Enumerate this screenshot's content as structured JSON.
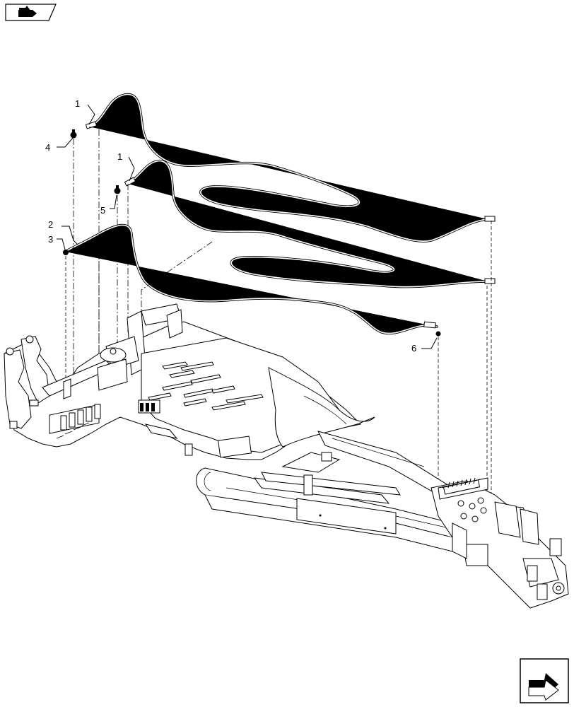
{
  "callouts": {
    "c1a": "1",
    "c1b": "1",
    "c2": "2",
    "c3": "3",
    "c4": "4",
    "c5": "5",
    "c6": "6"
  },
  "icons": {
    "top_left": "book-page-icon",
    "bottom_right": "next-page-arrow-icon"
  }
}
